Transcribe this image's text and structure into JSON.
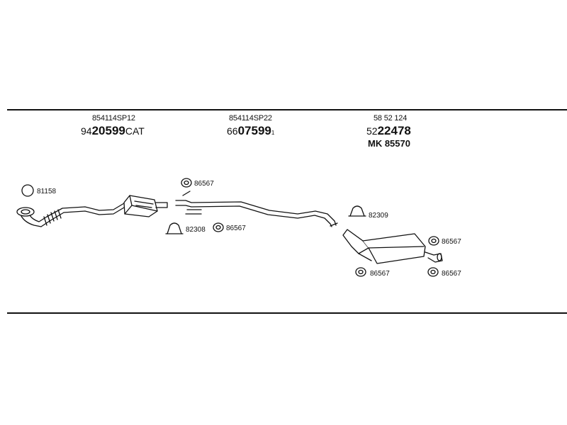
{
  "groups": [
    {
      "top": "854114SP12",
      "prefix": "94",
      "main": "20599",
      "suffix": "CAT"
    },
    {
      "top": "854114SP22",
      "prefix": "66",
      "main": "07599",
      "suffix": "1"
    },
    {
      "top": "58 52 124",
      "prefix": "52",
      "main": "22478",
      "suffix": "",
      "extra": "MK 85570"
    }
  ],
  "parts": {
    "ring_81158": "81158",
    "rubber_86567_a": "86567",
    "clamp_82308": "82308",
    "rubber_86567_b": "86567",
    "clamp_82309": "82309",
    "rubber_86567_c": "86567",
    "rubber_86567_d": "86567",
    "rubber_86567_e": "86567"
  }
}
